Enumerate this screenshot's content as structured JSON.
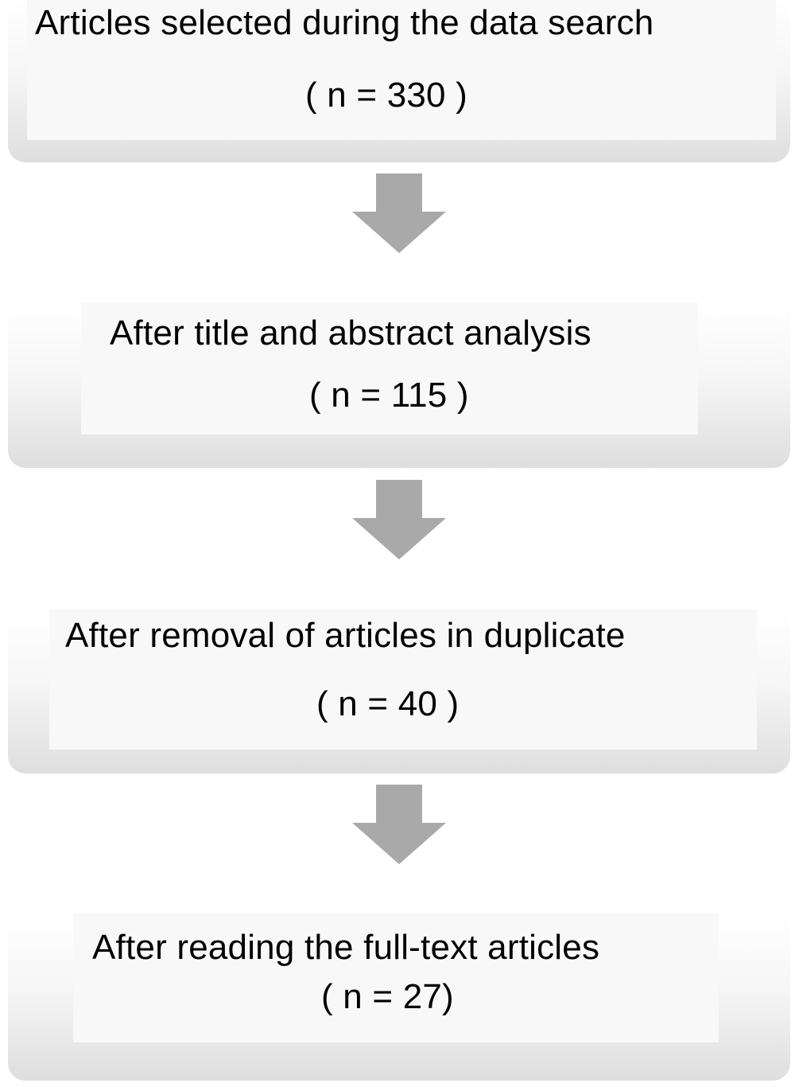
{
  "flow": {
    "steps": [
      {
        "label": "Articles selected during the data search",
        "count": "( n = 330 )"
      },
      {
        "label": "After title and abstract analysis",
        "count": "( n = 115 )"
      },
      {
        "label": "After removal of articles in duplicate",
        "count": "( n = 40 )"
      },
      {
        "label": "After reading the full-text articles",
        "count": "( n = 27)"
      }
    ],
    "arrow_icon": "down-arrow-icon"
  },
  "colors": {
    "panel": "#f8f8f8",
    "stage_bottom": "#dedede",
    "arrow": "#a9a9a9"
  }
}
